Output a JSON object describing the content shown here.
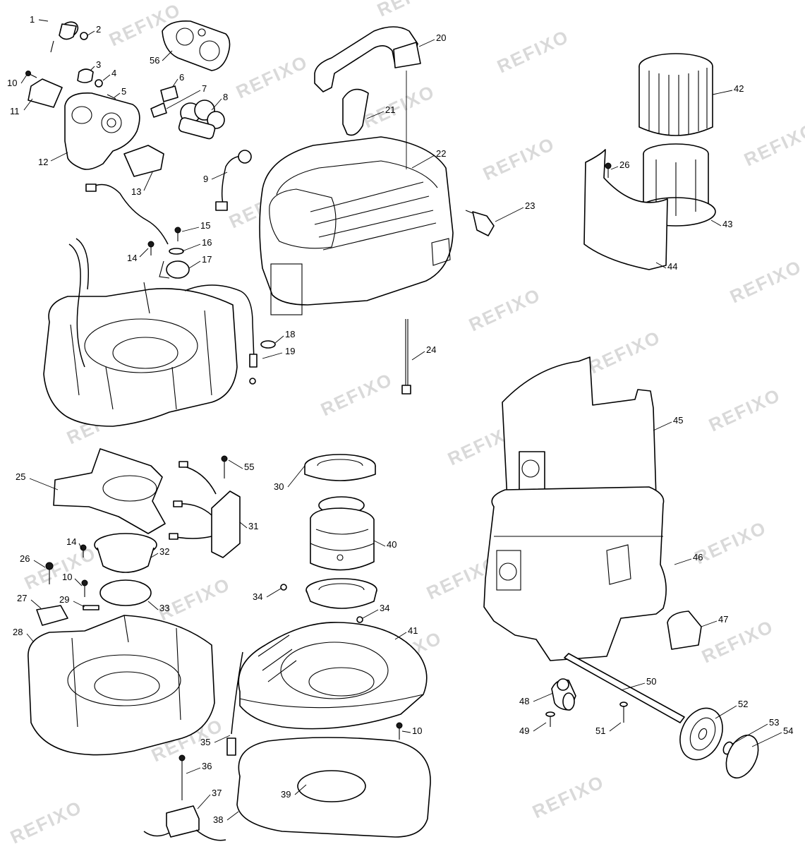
{
  "watermark": "REFIXO",
  "labels": [
    "1",
    "2",
    "3",
    "4",
    "5",
    "6",
    "7",
    "8",
    "9",
    "10",
    "11",
    "12",
    "13",
    "14",
    "15",
    "16",
    "17",
    "18",
    "19",
    "20",
    "21",
    "22",
    "23",
    "24",
    "25",
    "26",
    "27",
    "28",
    "29",
    "30",
    "31",
    "32",
    "33",
    "34",
    "35",
    "36",
    "37",
    "38",
    "39",
    "40",
    "41",
    "42",
    "43",
    "44",
    "45",
    "46",
    "47",
    "48",
    "49",
    "50",
    "51",
    "52",
    "53",
    "54",
    "55",
    "56"
  ]
}
